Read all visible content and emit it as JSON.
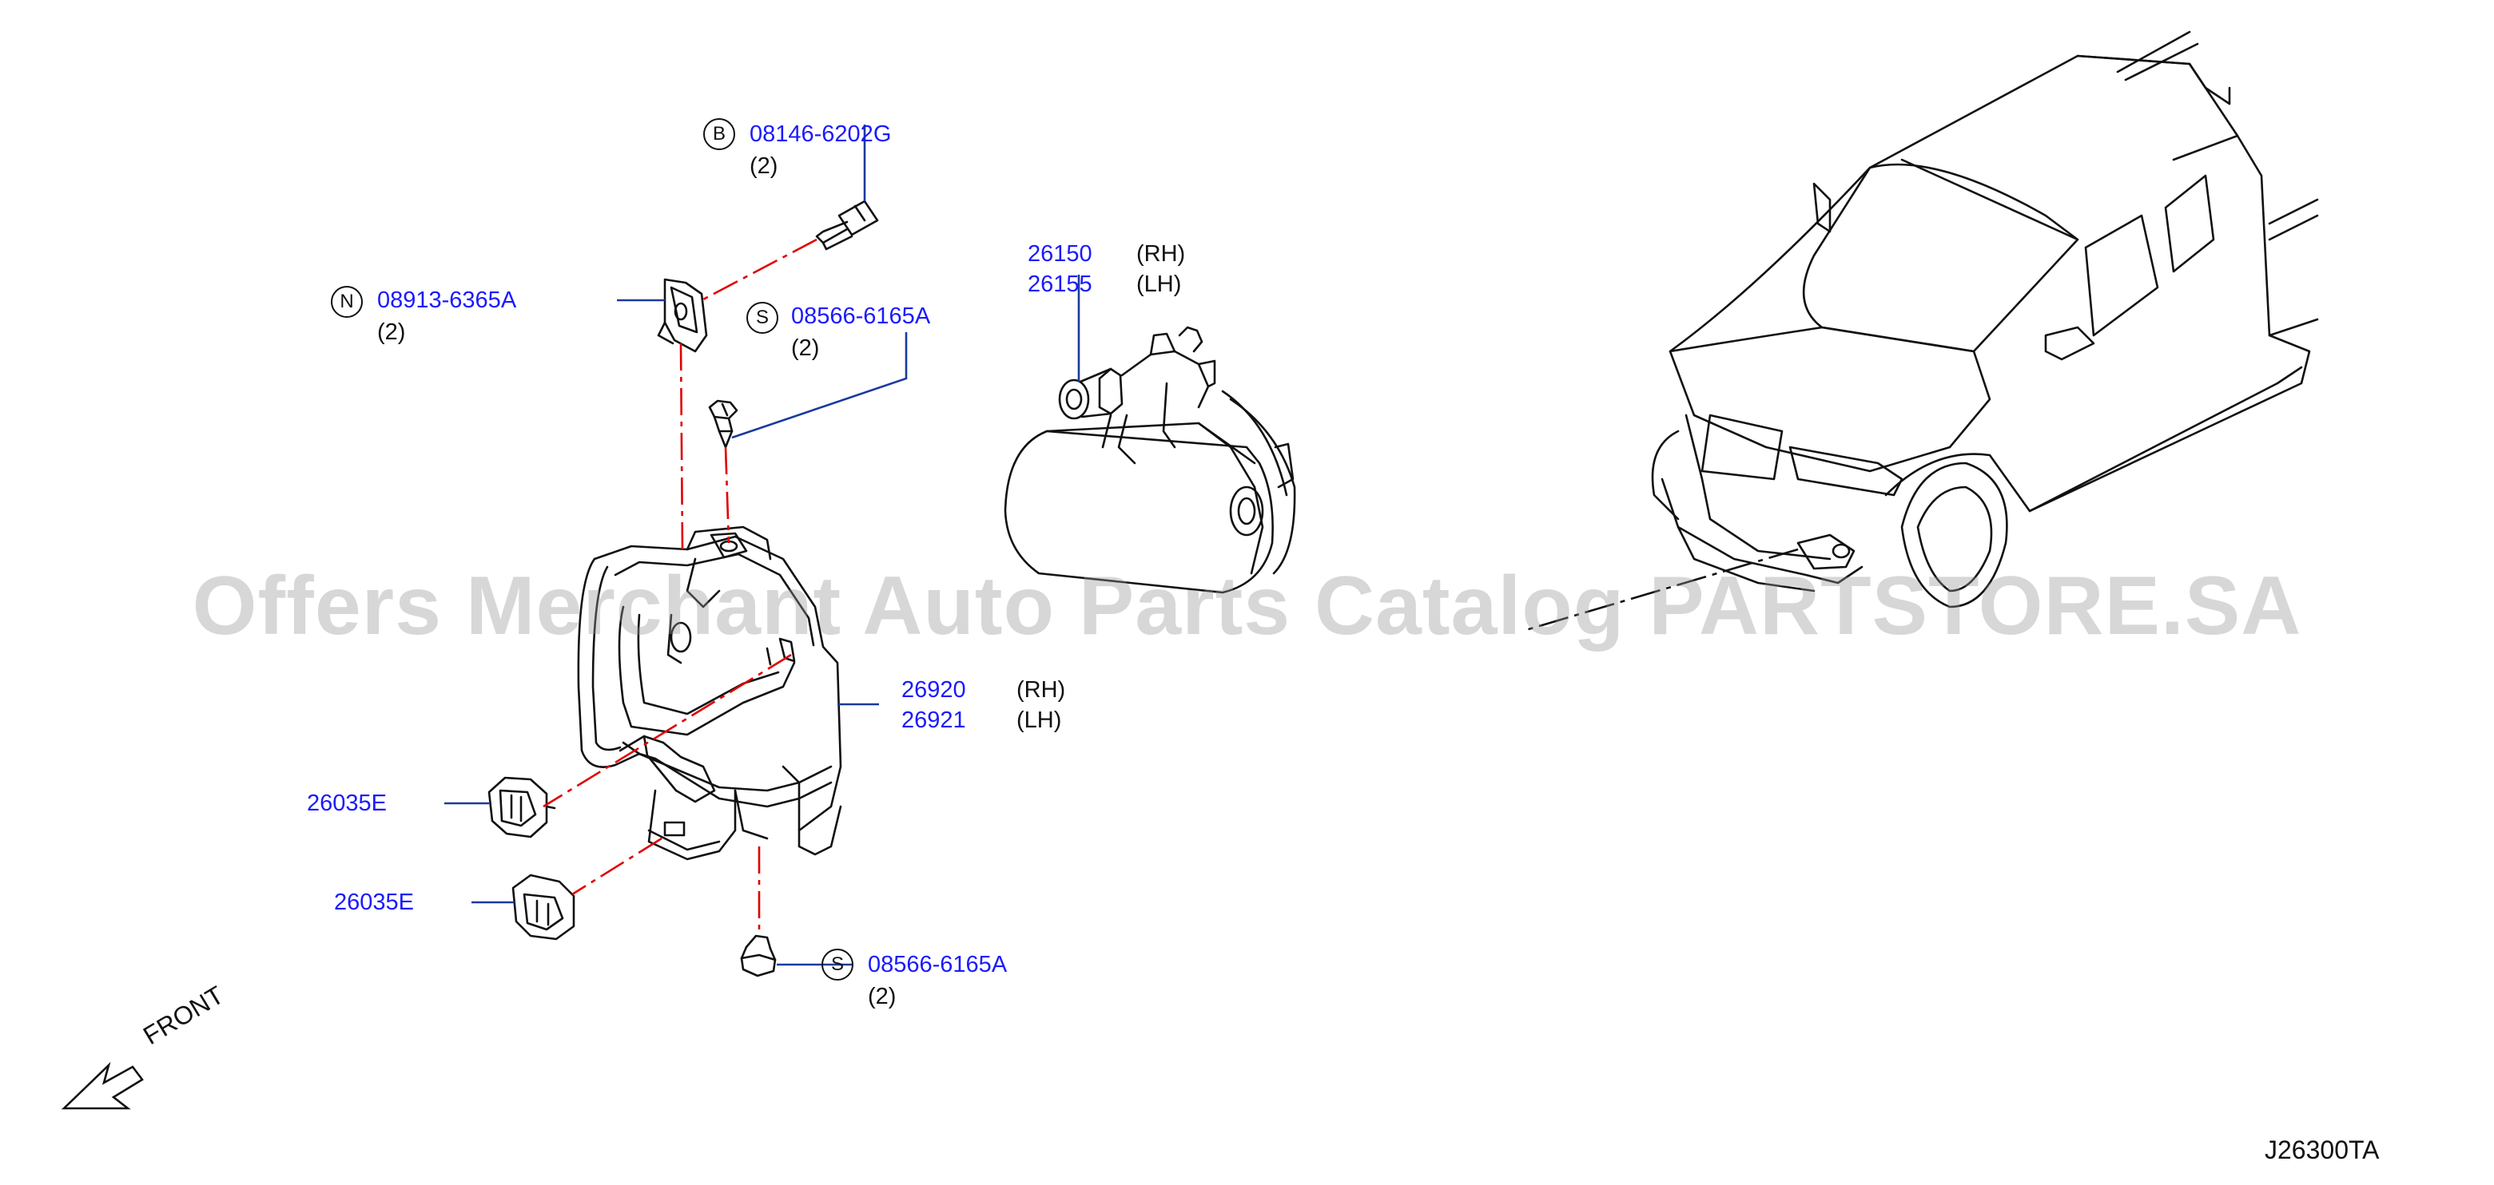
{
  "callouts": {
    "bolt_b": {
      "symbol": "B",
      "part": "08146-6202G",
      "qty": "(2)"
    },
    "nut_n": {
      "symbol": "N",
      "part": "08913-6365A",
      "qty": "(2)"
    },
    "screw_s_top": {
      "symbol": "S",
      "part": "08566-6165A",
      "qty": "(2)"
    },
    "screw_s_bottom": {
      "symbol": "S",
      "part": "08566-6165A",
      "qty": "(2)"
    },
    "fog_lamp_rh": {
      "part": "26150",
      "side": "(RH)"
    },
    "fog_lamp_lh": {
      "part": "26155",
      "side": "(LH)"
    },
    "bracket_rh": {
      "part": "26920",
      "side": "(RH)"
    },
    "bracket_lh": {
      "part": "26921",
      "side": "(LH)"
    },
    "clip_1": {
      "part": "26035E"
    },
    "clip_2": {
      "part": "26035E"
    }
  },
  "front_label": "FRONT",
  "diagram_code": "J26300TA",
  "watermark": "Offers Merchant Auto Parts Catalog PARTSTORE.SA",
  "colors": {
    "callout": "#1a1aff",
    "leader": "#1a3a9c",
    "centerline": "#e00000",
    "line": "#111111",
    "watermark": "#9a9a9a"
  }
}
